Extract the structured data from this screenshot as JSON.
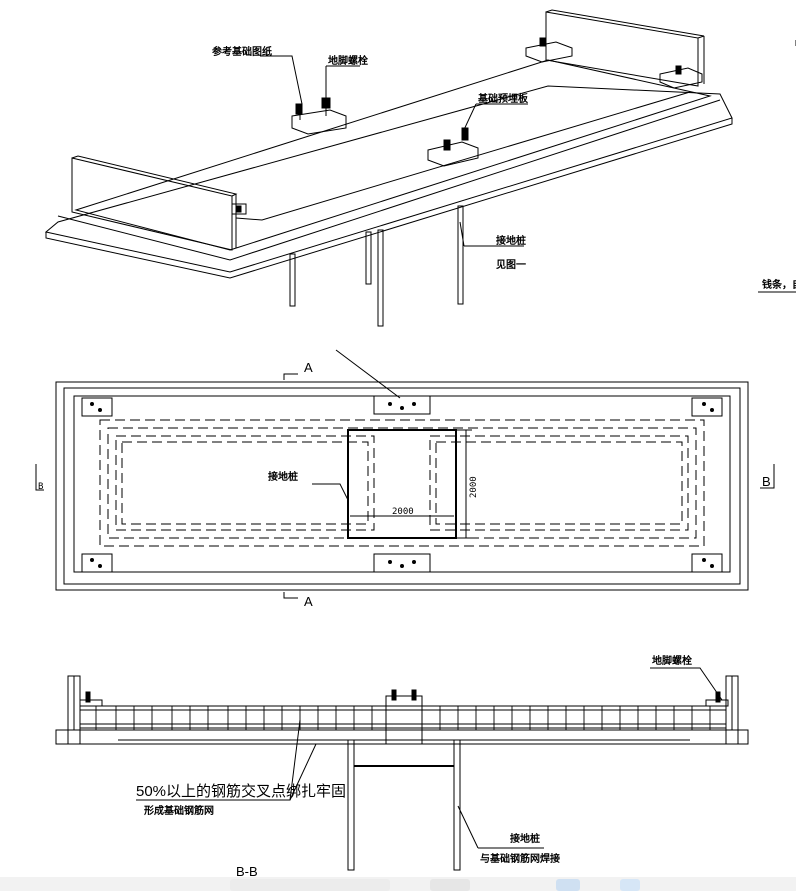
{
  "labels": {
    "ref_drawing": "参考基础图纸",
    "anchor_bolt_top": "地脚螺栓",
    "embedded_plate": "基础预埋板",
    "ground_pile_top": "接地桩",
    "see_fig1": "见图一",
    "side_note": "钱条，自",
    "ground_pile_plan": "接地桩",
    "dim_2000_h": "2000",
    "dim_2000_v": "2000",
    "section_a_top": "A",
    "section_a_bottom": "A",
    "section_b_left": "B",
    "section_b_right": "B",
    "anchor_bolt_section": "地脚螺栓",
    "rebar_note_line1": "50%以上的钢筋交叉点绑扎牢固",
    "rebar_note_line2": "形成基础钢筋网",
    "ground_pile_section": "接地桩",
    "weld_note": "与基础钢筋网焊接",
    "section_title": "B-B"
  },
  "colors": {
    "line": "#000000",
    "background": "#ffffff"
  }
}
